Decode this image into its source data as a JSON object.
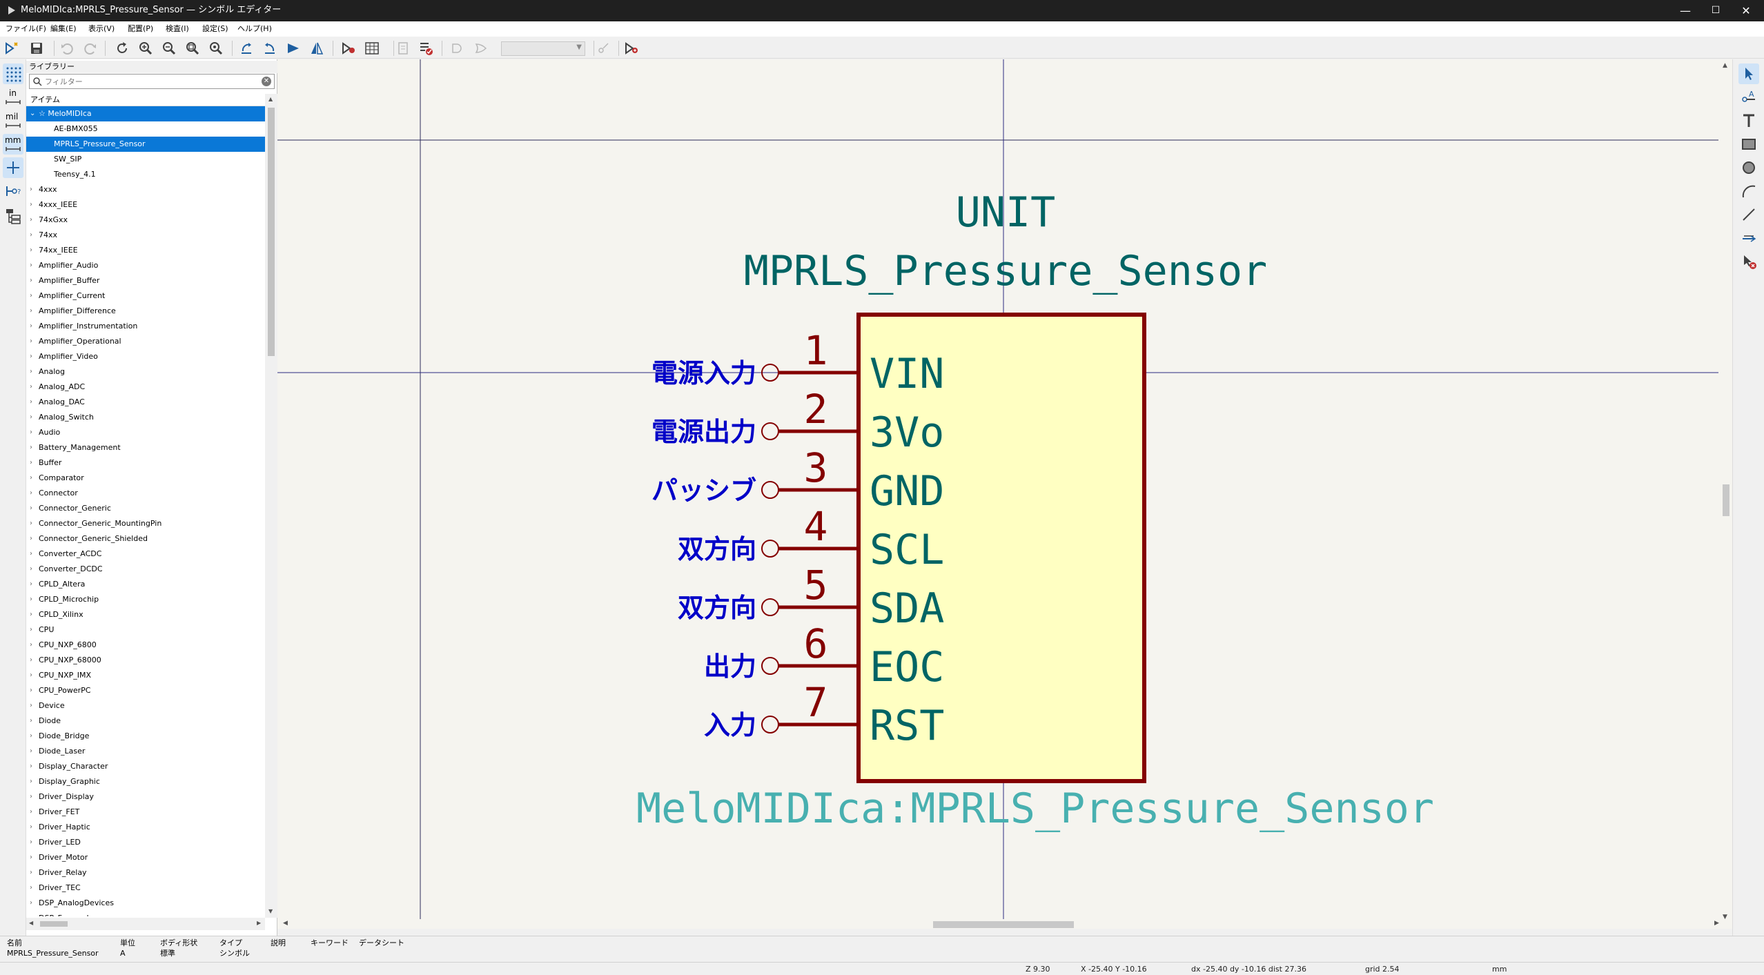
{
  "window": {
    "title": "MeloMIDIca:MPRLS_Pressure_Sensor — シンボル エディター",
    "controls": {
      "minimize": "—",
      "maximize": "☐",
      "close": "✕"
    }
  },
  "menu": [
    "ファイル(F)",
    "編集(E)",
    "表示(V)",
    "配置(P)",
    "検査(I)",
    "設定(S)",
    "ヘルプ(H)"
  ],
  "toolbar": {
    "unit_dropdown_value": ""
  },
  "library": {
    "header": "ライブラリー",
    "filter_placeholder": "フィルター",
    "column_header": "アイテム",
    "open_library": "☆ MeloMIDIca",
    "symbols": [
      "AE-BMX055",
      "MPRLS_Pressure_Sensor",
      "SW_SIP",
      "Teensy_4.1"
    ],
    "selected_symbol": "MPRLS_Pressure_Sensor",
    "libraries": [
      "4xxx",
      "4xxx_IEEE",
      "74xGxx",
      "74xx",
      "74xx_IEEE",
      "Amplifier_Audio",
      "Amplifier_Buffer",
      "Amplifier_Current",
      "Amplifier_Difference",
      "Amplifier_Instrumentation",
      "Amplifier_Operational",
      "Amplifier_Video",
      "Analog",
      "Analog_ADC",
      "Analog_DAC",
      "Analog_Switch",
      "Audio",
      "Battery_Management",
      "Buffer",
      "Comparator",
      "Connector",
      "Connector_Generic",
      "Connector_Generic_MountingPin",
      "Connector_Generic_Shielded",
      "Converter_ACDC",
      "Converter_DCDC",
      "CPLD_Altera",
      "CPLD_Microchip",
      "CPLD_Xilinx",
      "CPU",
      "CPU_NXP_6800",
      "CPU_NXP_68000",
      "CPU_NXP_IMX",
      "CPU_PowerPC",
      "Device",
      "Diode",
      "Diode_Bridge",
      "Diode_Laser",
      "Display_Character",
      "Display_Graphic",
      "Driver_Display",
      "Driver_FET",
      "Driver_Haptic",
      "Driver_LED",
      "Driver_Motor",
      "Driver_Relay",
      "Driver_TEC",
      "DSP_AnalogDevices",
      "DSP_Freescale"
    ]
  },
  "left_toolbar": {
    "units": [
      "in",
      "mil",
      "mm"
    ]
  },
  "symbol": {
    "reference": "UNIT",
    "value": "MPRLS_Pressure_Sensor",
    "lib_id": "MeloMIDIca:MPRLS_Pressure_Sensor",
    "pins": [
      {
        "number": "1",
        "name": "VIN",
        "type": "電源入力"
      },
      {
        "number": "2",
        "name": "3Vo",
        "type": "電源出力"
      },
      {
        "number": "3",
        "name": "GND",
        "type": "パッシブ"
      },
      {
        "number": "4",
        "name": "SCL",
        "type": "双方向"
      },
      {
        "number": "5",
        "name": "SDA",
        "type": "双方向"
      },
      {
        "number": "6",
        "name": "EOC",
        "type": "出力"
      },
      {
        "number": "7",
        "name": "RST",
        "type": "入力"
      }
    ],
    "colors": {
      "body_fill": "#ffffc2",
      "body_outline": "#840000",
      "pin": "#840000",
      "pin_name": "#006464",
      "pin_type": "#0000c8",
      "lib_id": "#48b0b0",
      "reference": "#006464"
    }
  },
  "info_panel": {
    "columns": [
      {
        "label": "名前",
        "value": "MPRLS_Pressure_Sensor"
      },
      {
        "label": "単位",
        "value": "A"
      },
      {
        "label": "ボディ形状",
        "value": "標準"
      },
      {
        "label": "タイプ",
        "value": "シンボル"
      },
      {
        "label": "説明",
        "value": ""
      },
      {
        "label": "キーワード",
        "value": ""
      },
      {
        "label": "データシート",
        "value": ""
      }
    ]
  },
  "status": {
    "zoom": "Z 9.30",
    "cursor": "X -25.40  Y -10.16",
    "delta": "dx -25.40  dy -10.16  dist 27.36",
    "grid": "grid 2.54",
    "units": "mm"
  }
}
